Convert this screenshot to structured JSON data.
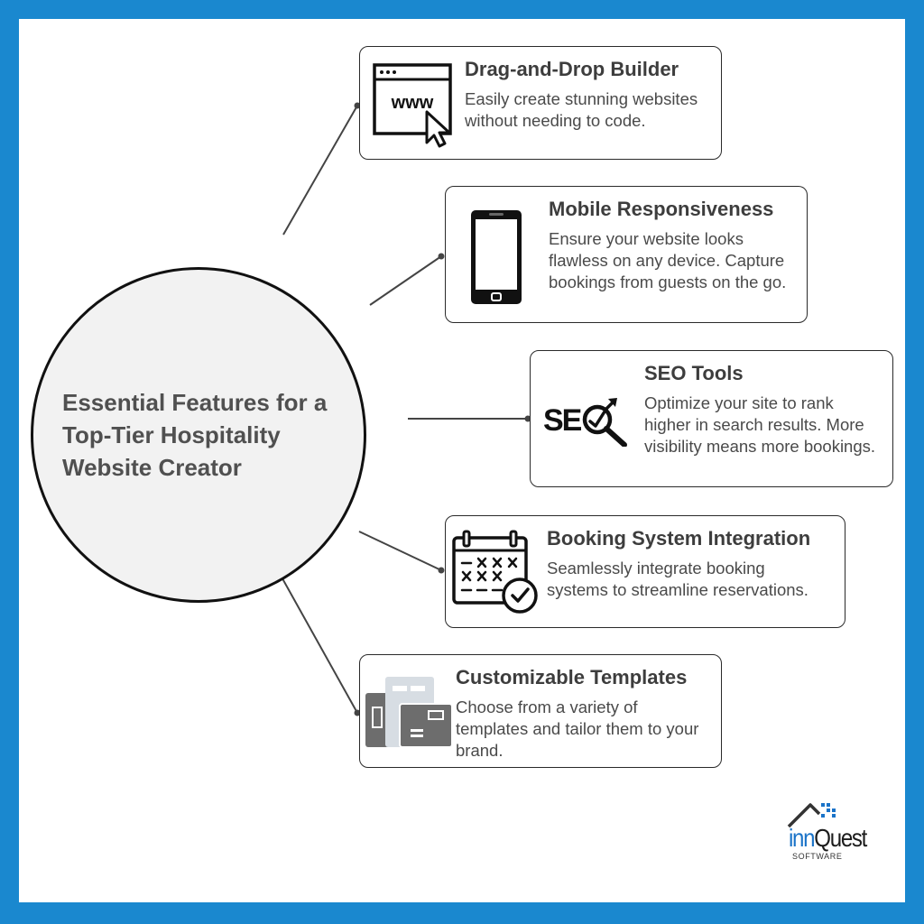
{
  "center": {
    "title": "Essential Features for a Top-Tier Hospitality Website Creator"
  },
  "features": [
    {
      "title": "Drag-and-Drop Builder",
      "description": "Easily create stunning websites without needing to code.",
      "icon": "browser-www-cursor-icon",
      "icon_text": "www"
    },
    {
      "title": "Mobile Responsiveness",
      "description": "Ensure your website looks flawless on any device. Capture bookings from guests on the go.",
      "icon": "smartphone-icon"
    },
    {
      "title": "SEO Tools",
      "description": "Optimize your site to rank higher in search results. More visibility means more bookings.",
      "icon": "seo-magnifier-icon",
      "icon_text": "SE"
    },
    {
      "title": "Booking System Integration",
      "description": "Seamlessly integrate booking systems to streamline reservations.",
      "icon": "calendar-check-icon"
    },
    {
      "title": "Customizable Templates",
      "description": "Choose from a variety of templates and tailor them to your brand.",
      "icon": "templates-stack-icon"
    }
  ],
  "brand": {
    "name_part1": "inn",
    "name_part2": "Quest",
    "tagline": "SOFTWARE",
    "icon": "house-roof-icon"
  },
  "colors": {
    "frame": "#1a88cf",
    "hub_fill": "#f2f2f2",
    "text_dark": "#3d3d3d",
    "brand_blue": "#1a73c8"
  }
}
